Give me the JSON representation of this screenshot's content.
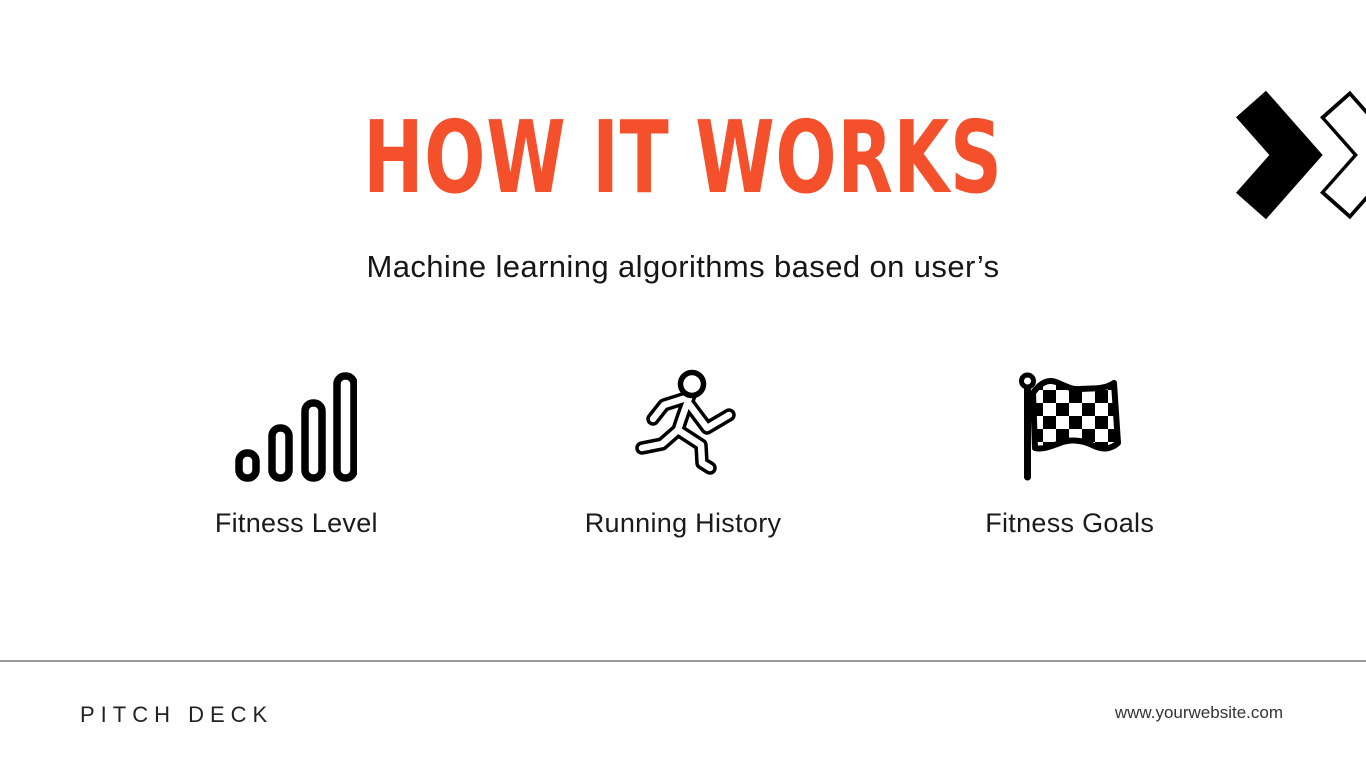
{
  "slide": {
    "title": "HOW IT WORKS",
    "subtitle": "Machine learning algorithms based on user’s",
    "features": [
      {
        "icon": "signal-bars-icon",
        "label": "Fitness Level"
      },
      {
        "icon": "running-person-icon",
        "label": "Running History"
      },
      {
        "icon": "checkered-flag-icon",
        "label": "Fitness Goals"
      }
    ],
    "decoration": "double-chevron-right",
    "footer": {
      "left": "PITCH DECK",
      "right": "www.yourwebsite.com"
    },
    "colors": {
      "accent": "#F3502B",
      "text": "#161616",
      "divider": "#9B9B9B",
      "icon": "#000000"
    }
  }
}
